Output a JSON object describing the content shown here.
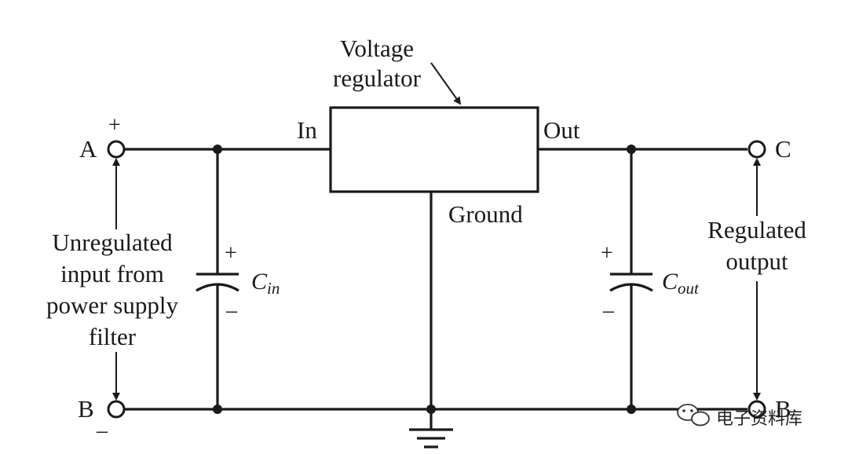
{
  "regulator": {
    "label_line1": "Voltage",
    "label_line2": "regulator",
    "in": "In",
    "out": "Out",
    "ground": "Ground"
  },
  "terminals": {
    "a": "A",
    "b": "B",
    "c": "C",
    "d": "B"
  },
  "signs": {
    "plus": "+",
    "minus": "–"
  },
  "input": {
    "line1": "Unregulated",
    "line2": "input from",
    "line3": "power supply",
    "line4": "filter"
  },
  "output": {
    "line1": "Regulated",
    "line2": "output"
  },
  "cin": {
    "main": "C",
    "sub": "in"
  },
  "cout": {
    "main": "C",
    "sub": "out"
  },
  "watermark": {
    "text": "电子资料库",
    "icon": "wechat-icon"
  }
}
